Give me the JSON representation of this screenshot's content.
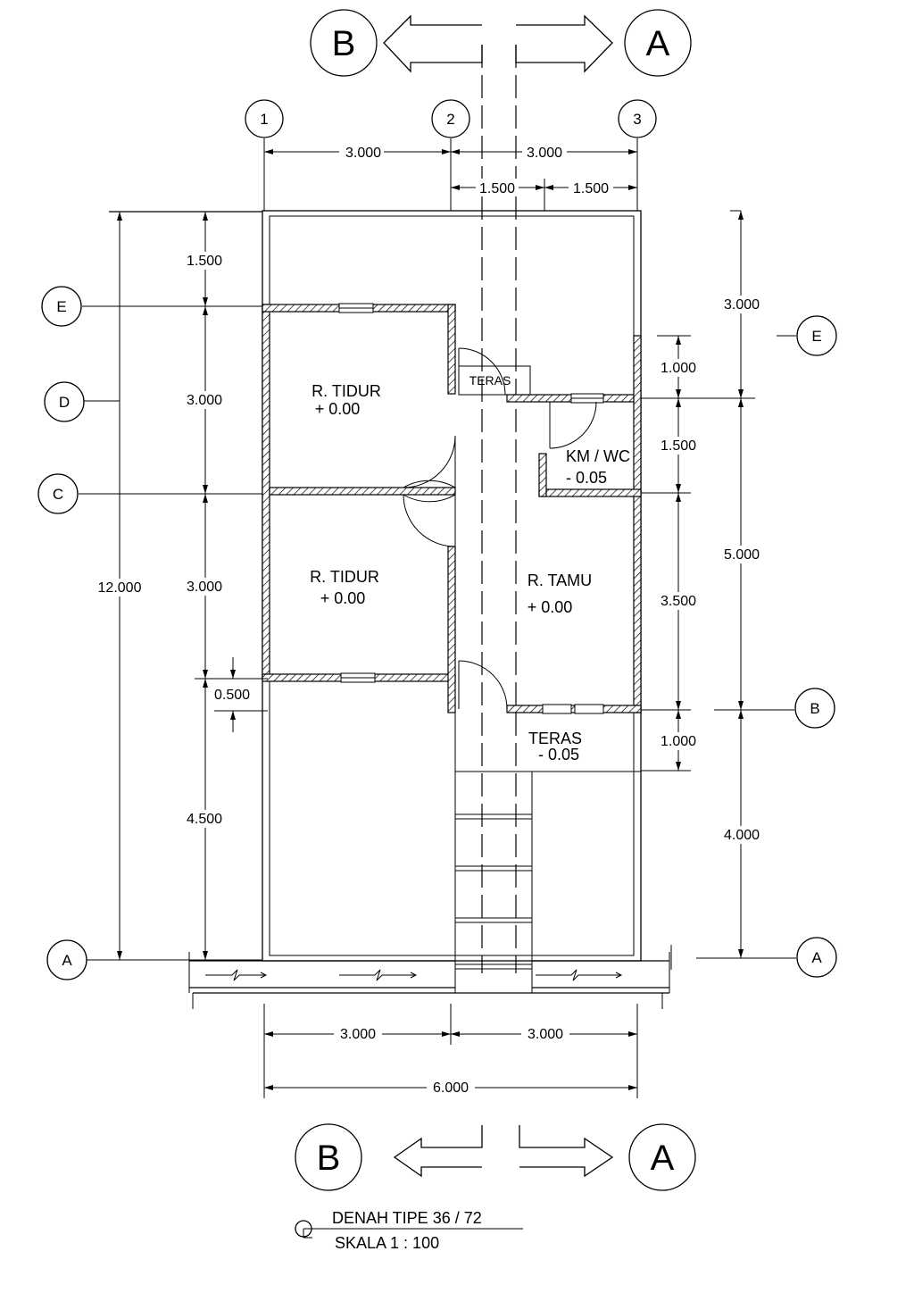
{
  "section_markers": {
    "left": "B",
    "right": "A"
  },
  "grid_numbers": [
    "1",
    "2",
    "3"
  ],
  "grid_letters_left": [
    "E",
    "D",
    "C",
    "A"
  ],
  "grid_letters_right": [
    "E",
    "B",
    "A"
  ],
  "dims_top": {
    "d1": "3.000",
    "d2": "3.000",
    "d3": "1.500",
    "d4": "1.500"
  },
  "dims_left": {
    "total": "12.000",
    "d1": "1.500",
    "d2": "3.000",
    "d3": "3.000",
    "d4": "0.500",
    "d5": "4.500"
  },
  "dims_right_inner": {
    "d1": "1.000",
    "d2": "1.500",
    "d3": "3.500",
    "d4": "1.000"
  },
  "dims_right_outer": {
    "d1": "3.000",
    "d2": "5.000",
    "d3": "4.000"
  },
  "dims_bottom": {
    "d1": "3.000",
    "d2": "3.000",
    "total": "6.000"
  },
  "rooms": {
    "bedroom1": {
      "name": "R. TIDUR",
      "level": "+ 0.00"
    },
    "bedroom2": {
      "name": "R. TIDUR",
      "level": "+ 0.00"
    },
    "living": {
      "name": "R. TAMU",
      "level": "+ 0.00"
    },
    "bath": {
      "name": "KM / WC",
      "level": "- 0.05"
    },
    "terrace_back": {
      "name": "TERAS"
    },
    "terrace_front": {
      "name": "TERAS",
      "level": "- 0.05"
    }
  },
  "title": {
    "name": "DENAH TIPE 36 / 72",
    "scale": "SKALA 1 : 100"
  }
}
